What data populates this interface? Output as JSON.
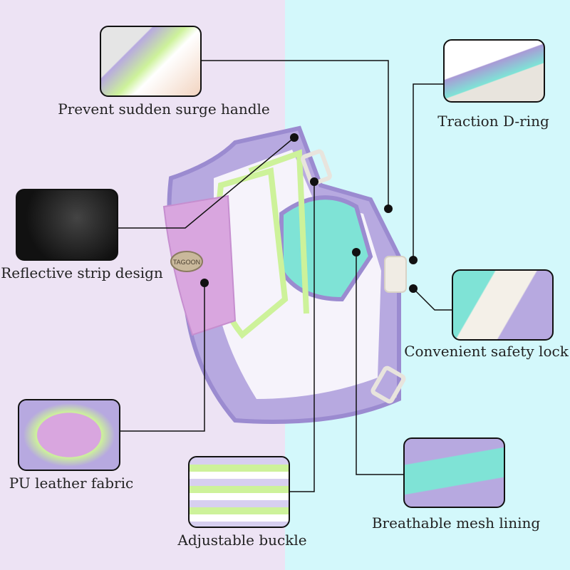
{
  "brand_logo": "TAGOON",
  "features": [
    {
      "id": "surge-handle",
      "label": "Prevent sudden surge handle"
    },
    {
      "id": "traction-d-ring",
      "label": "Traction D-ring"
    },
    {
      "id": "reflective-strip",
      "label": "Reflective strip design"
    },
    {
      "id": "safety-lock",
      "label": "Convenient safety lock"
    },
    {
      "id": "pu-leather",
      "label": "PU leather fabric"
    },
    {
      "id": "adjustable-buckle",
      "label": "Adjustable buckle"
    },
    {
      "id": "mesh-lining",
      "label": "Breathable mesh lining"
    }
  ],
  "colors": {
    "left_bg": "#ede3f4",
    "right_bg": "#d3f8fb",
    "lavender": "#a99ad6",
    "mint": "#7fe3d6",
    "pink": "#d9a6df",
    "green": "#cdf29a"
  }
}
